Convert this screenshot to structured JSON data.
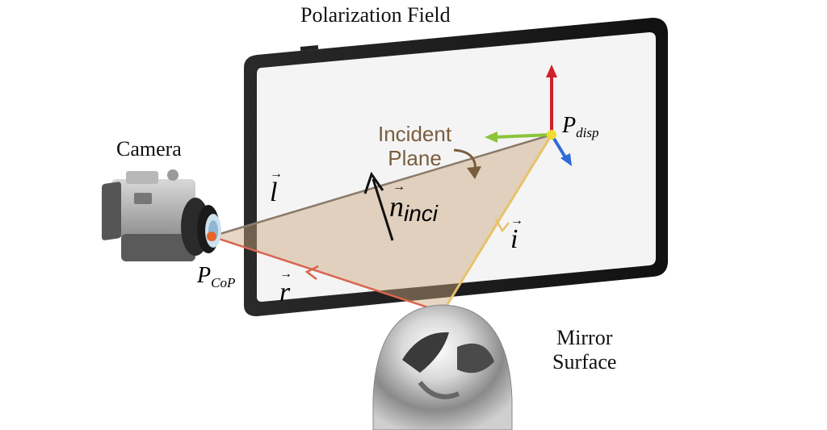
{
  "labels": {
    "title": "Polarization Field",
    "camera": "Camera",
    "incident_plane_line1": "Incident",
    "incident_plane_line2": "Plane",
    "mirror_line1": "Mirror",
    "mirror_line2": "Surface"
  },
  "vectors": {
    "l": "l",
    "r": "r",
    "i": "i",
    "n_main": "n",
    "n_sub": "inci",
    "arrow_glyph": "→"
  },
  "points": {
    "p_disp_main": "P",
    "p_disp_sub": "disp",
    "p_cop_main": "P",
    "p_cop_sub": "CoP"
  },
  "colors": {
    "frame": "#1f1f1f",
    "screen": "#f4f4f4",
    "plane_fill": "#c9a37a",
    "l_ray": "#8a7a6a",
    "r_ray": "#d9654e",
    "i_ray": "#e6c36a",
    "axis_red": "#d0202a",
    "axis_green": "#8cc43a",
    "axis_blue": "#2d6bd6",
    "cop_dot": "#e8632a",
    "disp_dot": "#f0dc30",
    "plane_text": "#7a5d3e"
  },
  "icons": {
    "camera": "camera-icon",
    "mirror": "mirror-sphere-icon",
    "axes": "coordinate-axes-icon"
  }
}
